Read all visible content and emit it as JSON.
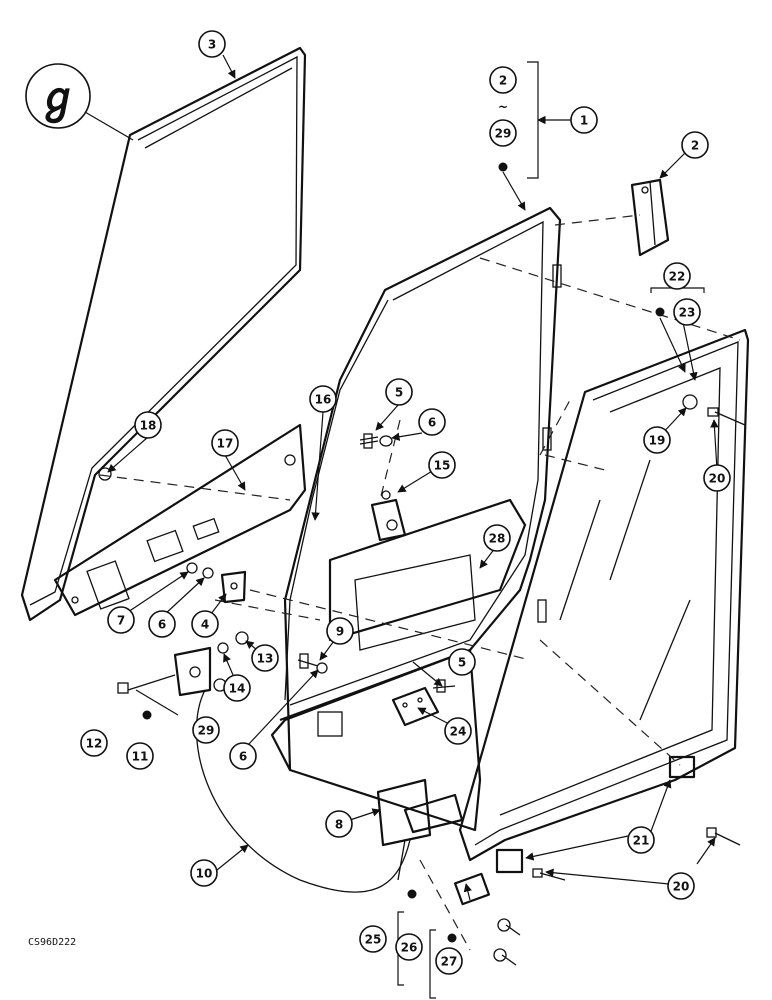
{
  "drawing_code": "CS96D222",
  "callouts": [
    "1",
    "2",
    "3",
    "4",
    "5",
    "6",
    "7",
    "8",
    "9",
    "10",
    "11",
    "12",
    "13",
    "14",
    "15",
    "16",
    "17",
    "18",
    "19",
    "20",
    "21",
    "22",
    "23",
    "24",
    "25",
    "26",
    "27",
    "28",
    "29"
  ],
  "group_labels": {
    "top_range_start": "2",
    "top_range_end": "29",
    "top_range_tilde": "~",
    "set_22": "22"
  },
  "symbols": {
    "seal_glyph": "ℊ"
  }
}
